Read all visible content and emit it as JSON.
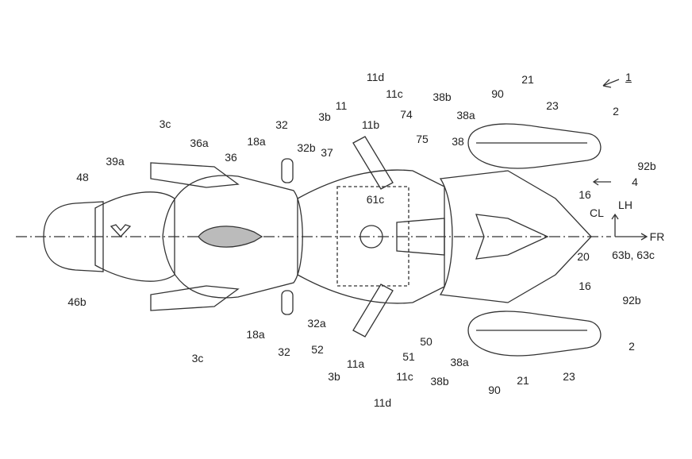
{
  "figure": {
    "figure_number": "1",
    "direction_labels": {
      "left": "LH",
      "front": "FR",
      "centerline": "CL"
    },
    "reference_labels": [
      "11d",
      "11",
      "11b",
      "11c",
      "74",
      "75",
      "38b",
      "38a",
      "38",
      "90",
      "21",
      "23",
      "2",
      "92b",
      "4",
      "16",
      "20",
      "63b, 63c",
      "16",
      "92b",
      "2",
      "23",
      "21",
      "90",
      "38a",
      "38b",
      "50",
      "51",
      "11c",
      "11d",
      "11a",
      "3b",
      "52",
      "32a",
      "32",
      "18a",
      "3c",
      "46b",
      "48",
      "39a",
      "3c",
      "36a",
      "36",
      "18a",
      "32",
      "32b",
      "37",
      "3b",
      "61c"
    ]
  },
  "colors": {
    "line": "#333333",
    "background": "#ffffff"
  }
}
